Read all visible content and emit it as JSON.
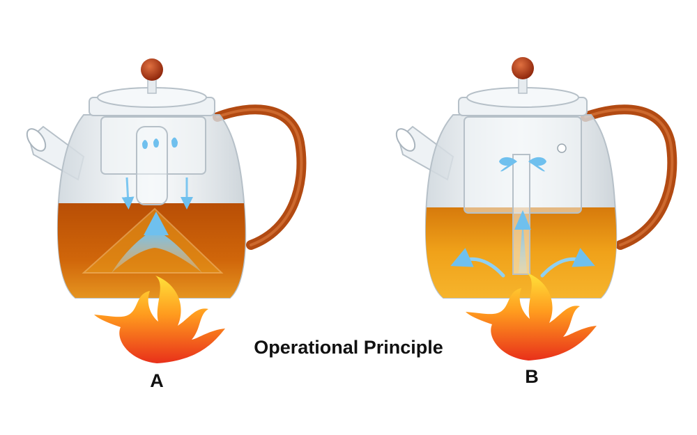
{
  "title": "Operational Principle",
  "panels": [
    {
      "label": "A"
    },
    {
      "label": "B"
    }
  ],
  "colors": {
    "tea": "#c65a08",
    "tea_light": "#e89a1a",
    "handle": "#b24a12",
    "knob": "#a8330f",
    "glass": "#dfe5ea",
    "glass_edge": "#b6c0c8",
    "arrow": "#7cc6f0",
    "flame_outer": "#e8361a",
    "flame_inner": "#ffd52e"
  },
  "icons": [
    "teapot-a-icon",
    "teapot-b-icon",
    "flame-icon",
    "water-drop-icon",
    "flow-arrow-icon"
  ]
}
